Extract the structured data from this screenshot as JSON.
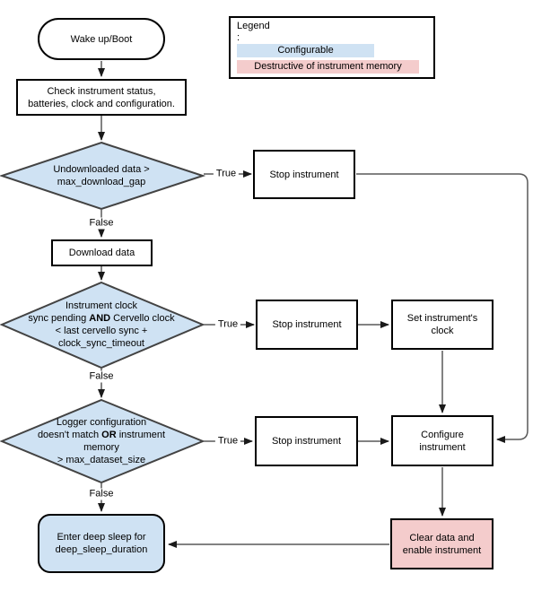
{
  "legend": {
    "title": "Legend",
    "colon": ":",
    "configurable": "Configurable",
    "destructive": "Destructive of instrument memory"
  },
  "labels": {
    "true": "True",
    "false": "False"
  },
  "nodes": {
    "wake": {
      "label": "Wake up/Boot"
    },
    "check": {
      "line1": "Check instrument status,",
      "line2": "batteries, clock and configuration."
    },
    "d1": {
      "line1": "Undownloaded data >",
      "line2": "max_download_gap"
    },
    "stop1": {
      "label": "Stop instrument"
    },
    "download": {
      "label": "Download data"
    },
    "d2": {
      "line1": "Instrument clock",
      "line2a": "sync pending ",
      "line2b": "AND",
      "line2c": " Cervello clock",
      "line3": "< last cervello sync +",
      "line4": "clock_sync_timeout"
    },
    "stop2": {
      "label": "Stop instrument"
    },
    "setclock": {
      "line1": "Set instrument's",
      "line2": "clock"
    },
    "d3": {
      "line1": "Logger configuration",
      "line2a": "doesn't match ",
      "line2b": "OR",
      "line2c": " instrument",
      "line3": "memory",
      "line4": "> max_dataset_size"
    },
    "stop3": {
      "label": "Stop instrument"
    },
    "configure": {
      "line1": "Configure",
      "line2": "instrument"
    },
    "deepsleep": {
      "line1": "Enter deep sleep for",
      "line2": "deep_sleep_duration"
    },
    "cleardata": {
      "line1": "Clear data and",
      "line2": "enable instrument"
    }
  },
  "colors": {
    "configurable_fill": "#cfe2f3",
    "destructive_fill": "#f4cccc",
    "connector_gray": "#595959",
    "diamond_border": "#434343",
    "node_border": "#000000"
  }
}
